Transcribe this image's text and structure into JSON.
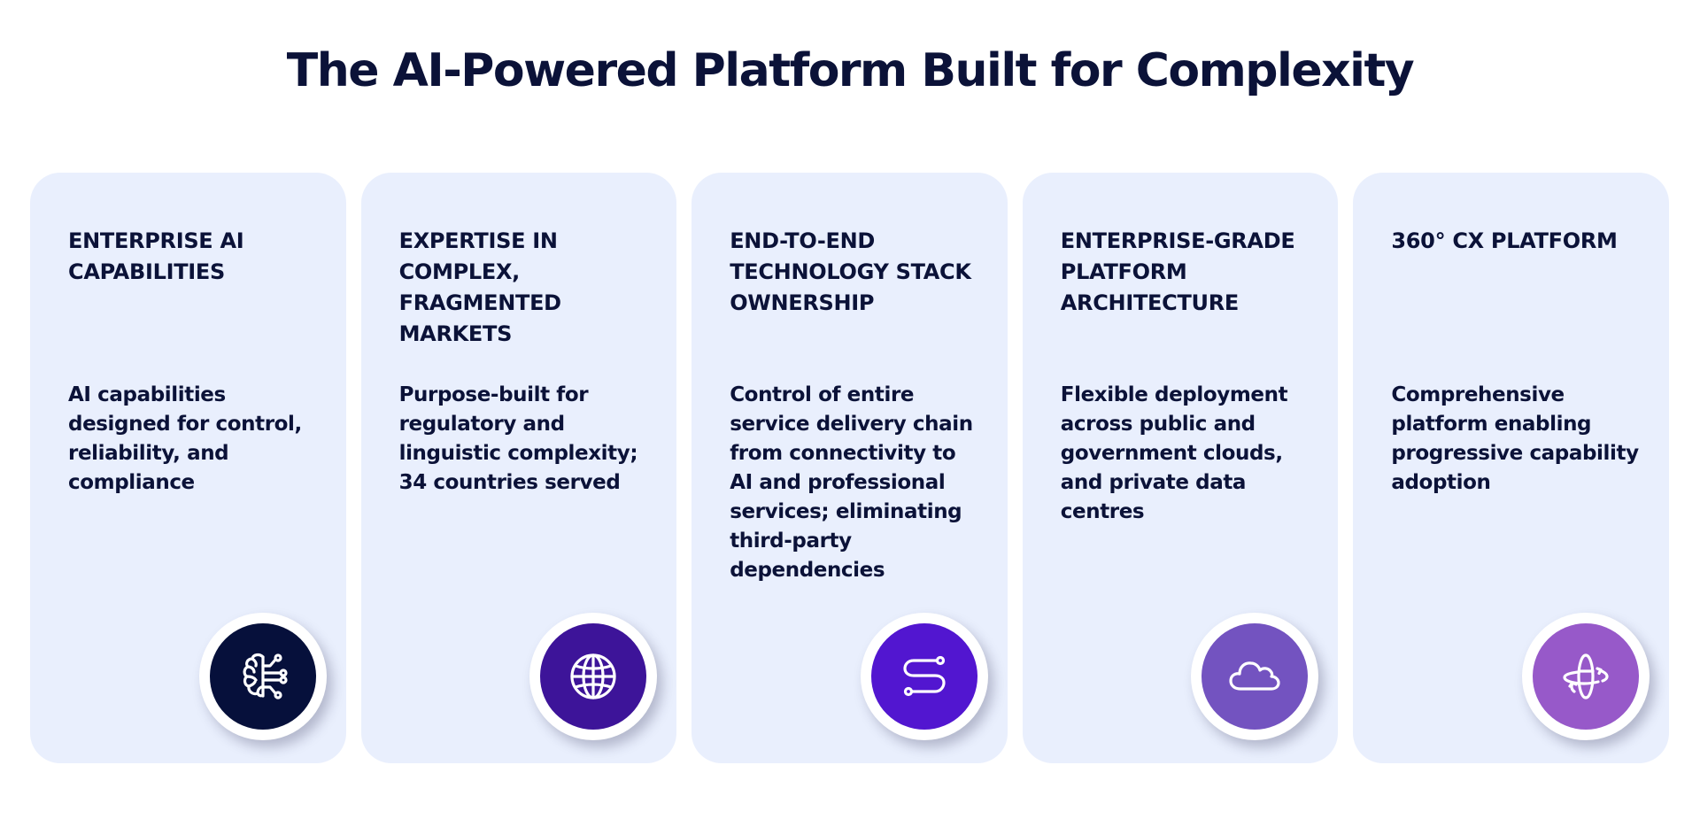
{
  "page": {
    "title": "The AI-Powered Platform Built for Complexity"
  },
  "cards": [
    {
      "heading": "ENTERPRISE AI CAPABILITIES",
      "body": "AI capabilities designed for control, reliability, and compliance",
      "icon": "brain-circuit-icon",
      "icon_color": "#06103b"
    },
    {
      "heading": "EXPERTISE IN COMPLEX, FRAGMENTED MARKETS",
      "body": "Purpose-built for regulatory and linguistic complexity; 34 countries served",
      "icon": "globe-icon",
      "icon_color": "#3d1499"
    },
    {
      "heading": "END-TO-END TECHNOLOGY STACK OWNERSHIP",
      "body": "Control of entire service delivery chain from connectivity to AI and professional services; eliminating third-party dependencies",
      "icon": "route-path-icon",
      "icon_color": "#5216d0"
    },
    {
      "heading": "ENTERPRISE-GRADE PLATFORM ARCHITECTURE",
      "body": "Flexible deployment across public and government clouds, and private data centres",
      "icon": "cloud-icon",
      "icon_color": "#7353c0"
    },
    {
      "heading": "360° CX PLATFORM",
      "body": "Comprehensive platform enabling progressive capability adoption",
      "icon": "orbit-rotate-icon",
      "icon_color": "#9759c9"
    }
  ],
  "colors": {
    "title_text": "#0b1238",
    "card_background": "#e9effd",
    "page_background": "#ffffff",
    "icon_glyph": "#ffffff",
    "icon_ring": "#ffffff"
  }
}
